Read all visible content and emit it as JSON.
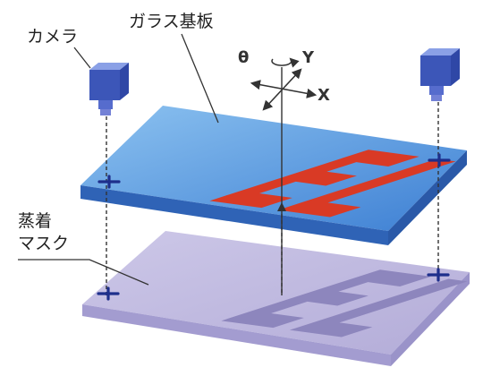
{
  "labels": {
    "camera": "カメラ",
    "glass_substrate": "ガラス基板",
    "mask_line1": "蒸着",
    "mask_line2": "マスク"
  },
  "axes": {
    "theta": "θ",
    "x": "X",
    "y": "Y"
  },
  "plates": {
    "substrate_text": "EL",
    "mask_text": "EL"
  },
  "colors": {
    "substrate_top": "#5e9fe0",
    "substrate_edge": "#2f63b6",
    "substrate_el": "#d93a25",
    "mask_top": "#bcb6de",
    "mask_edge": "#9a93c9",
    "mask_el": "#8d86bd",
    "camera_body": "#3c56b8",
    "alignment_mark": "#1e2f8c"
  },
  "icons": [
    "camera-icon",
    "cross-mark-icon",
    "rotation-arrow-icon"
  ]
}
